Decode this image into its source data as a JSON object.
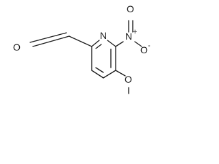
{
  "molecule": {
    "atom_labels": {
      "ring_nitrogen": "N",
      "nitro_nitrogen": "N",
      "nitro_plus": "+",
      "nitro_oxygen_top": "O",
      "nitro_oxygen_right": "O",
      "nitro_minus": "-",
      "aldehyde_oxygen": "O",
      "methoxy_oxygen": "O"
    },
    "colors": {
      "stroke": "#1a1a1a",
      "background": "#ffffff"
    }
  }
}
